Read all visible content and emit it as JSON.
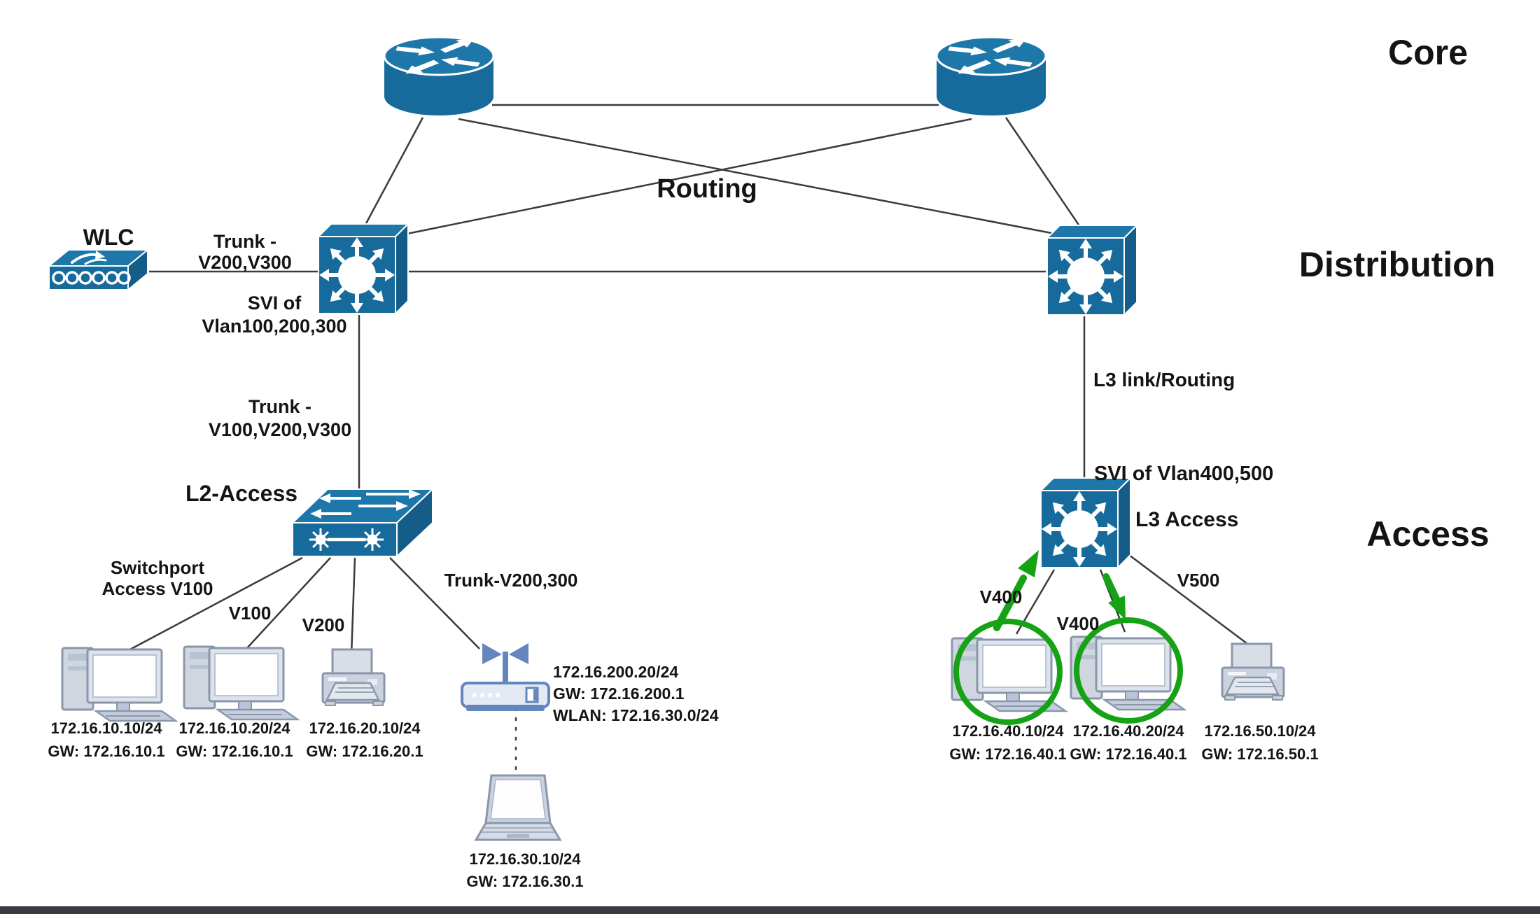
{
  "layers": {
    "core": "Core",
    "distribution": "Distribution",
    "access": "Access"
  },
  "labels": {
    "routing": "Routing",
    "wlc": "WLC",
    "trunk_wlc_line1": "Trunk -",
    "trunk_wlc_line2": "V200,V300",
    "svi_dist_line1": "SVI of",
    "svi_dist_line2": "Vlan100,200,300",
    "trunk_dist_access_line1": "Trunk -",
    "trunk_dist_access_line2": "V100,V200,V300",
    "l2_access": "L2-Access",
    "switchport_line1": "Switchport",
    "switchport_line2": "Access V100",
    "v100": "V100",
    "v200": "V200",
    "trunk_ap": "Trunk-V200,300",
    "l3_link": "L3 link/Routing",
    "svi_l3": "SVI of Vlan400,500",
    "l3_access": "L3 Access",
    "v400_left": "V400",
    "v400_right": "V400",
    "v500": "V500"
  },
  "hosts": {
    "pc1": {
      "ip": "172.16.10.10/24",
      "gw": "GW: 172.16.10.1"
    },
    "pc2": {
      "ip": "172.16.10.20/24",
      "gw": "GW: 172.16.10.1"
    },
    "printer1": {
      "ip": "172.16.20.10/24",
      "gw": "GW: 172.16.20.1"
    },
    "ap": {
      "ip": "172.16.200.20/24",
      "gw": "GW: 172.16.200.1",
      "wlan": "WLAN: 172.16.30.0/24"
    },
    "laptop": {
      "ip": "172.16.30.10/24",
      "gw": "GW: 172.16.30.1"
    },
    "pc3": {
      "ip": "172.16.40.10/24",
      "gw": "GW: 172.16.40.1"
    },
    "pc4": {
      "ip": "172.16.40.20/24",
      "gw": "GW: 172.16.40.1"
    },
    "printer2": {
      "ip": "172.16.50.10/24",
      "gw": "GW: 172.16.50.1"
    }
  },
  "icons": {
    "router": "router-icon",
    "multilayer_switch": "multilayer-switch-icon",
    "l2_switch": "layer2-switch-icon",
    "wlc": "wireless-lan-controller-icon",
    "pc": "desktop-pc-icon",
    "printer": "printer-icon",
    "access_point": "wireless-access-point-icon",
    "laptop": "laptop-icon",
    "highlight_circle": "green-highlight-circle",
    "highlight_arrow": "green-highlight-arrow"
  },
  "colors": {
    "device_blue": "#176b9c",
    "highlight_green": "#15a315",
    "link_line": "#3b3b3b",
    "text": "#141414",
    "bottom_bar": "#383c40",
    "background": "#ffffff"
  }
}
